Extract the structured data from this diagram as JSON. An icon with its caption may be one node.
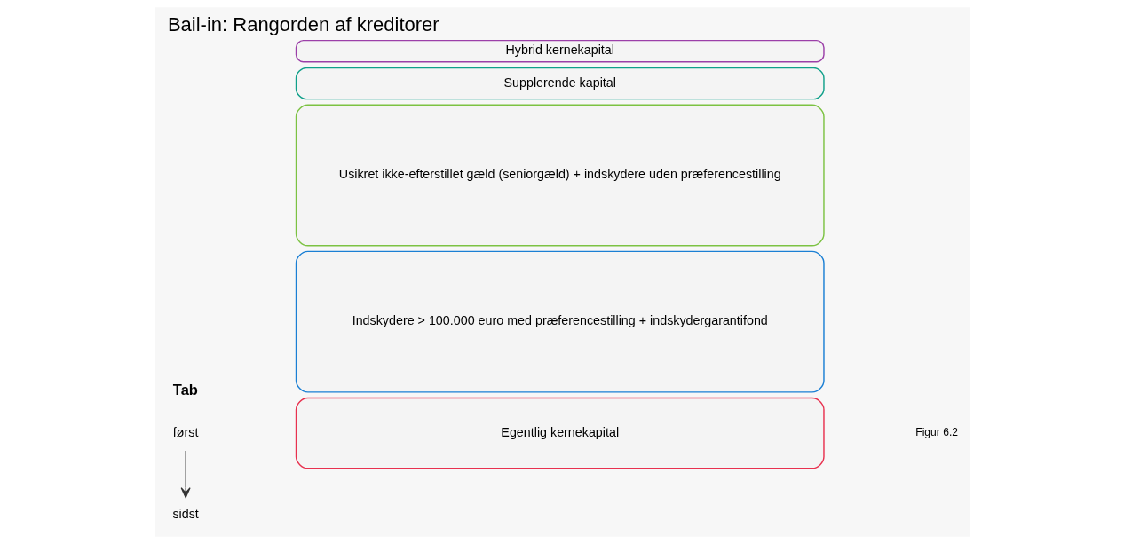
{
  "diagram": {
    "title": "Bail-in: Rangorden af kreditorer",
    "nodes": [
      {
        "text": [
          "først"
        ]
      },
      {
        "text": [
          "sidst"
        ]
      },
      {
        "text": [
          "Egentlig kernekapital"
        ]
      },
      {
        "text": [
          "Hybrid kernekapital"
        ]
      },
      {
        "text": [
          "Supplerende kapital"
        ]
      },
      {
        "text": [
          "Usikret ikke-efterstillet gæld (seniorgæld) + indskydere uden præferencestilling"
        ]
      },
      {
        "text": [
          "Indskydere > 100.000 euro med præferencestilling + indskydergarantifond"
        ]
      }
    ],
    "edges": [
      {
        "from": 0,
        "to": 1,
        "arrow": "to"
      }
    ],
    "labels": [
      "Figur 6.2",
      "Tab"
    ]
  }
}
